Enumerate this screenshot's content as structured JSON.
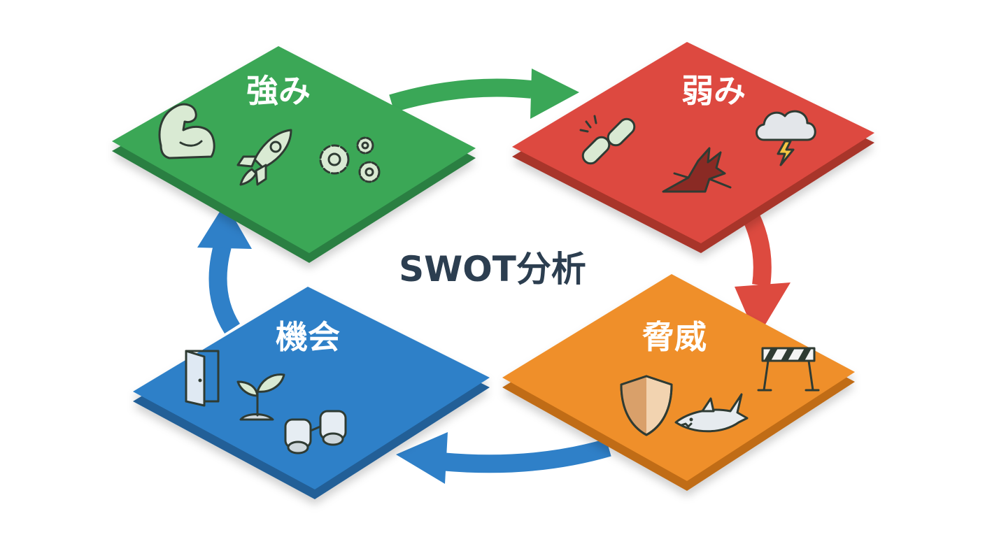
{
  "diagram": {
    "center_title": "SWOT分析",
    "quadrants": [
      {
        "id": "strengths",
        "label": "強み",
        "color": "#3aa757",
        "side": "#2b7f43",
        "icons": [
          "muscle-arm-icon",
          "rocket-icon",
          "gears-icon"
        ]
      },
      {
        "id": "weaknesses",
        "label": "弱み",
        "color": "#dd4a3f",
        "side": "#a8342c",
        "icons": [
          "broken-chain-icon",
          "ground-crack-icon",
          "storm-cloud-icon"
        ]
      },
      {
        "id": "opportunities",
        "label": "機会",
        "color": "#2f80c8",
        "side": "#215f97",
        "icons": [
          "open-door-icon",
          "sprout-icon",
          "binoculars-icon"
        ]
      },
      {
        "id": "threats",
        "label": "脅威",
        "color": "#ef8f2a",
        "side": "#c06c17",
        "icons": [
          "shield-icon",
          "shark-icon",
          "barrier-icon"
        ]
      }
    ],
    "arrows": [
      {
        "from": "strengths",
        "to": "weaknesses",
        "color": "#3aa757"
      },
      {
        "from": "weaknesses",
        "to": "threats",
        "color": "#dd4a3f"
      },
      {
        "from": "threats",
        "to": "opportunities",
        "color": "#2f80c8"
      },
      {
        "from": "opportunities",
        "to": "strengths",
        "color": "#2f80c8"
      }
    ]
  }
}
